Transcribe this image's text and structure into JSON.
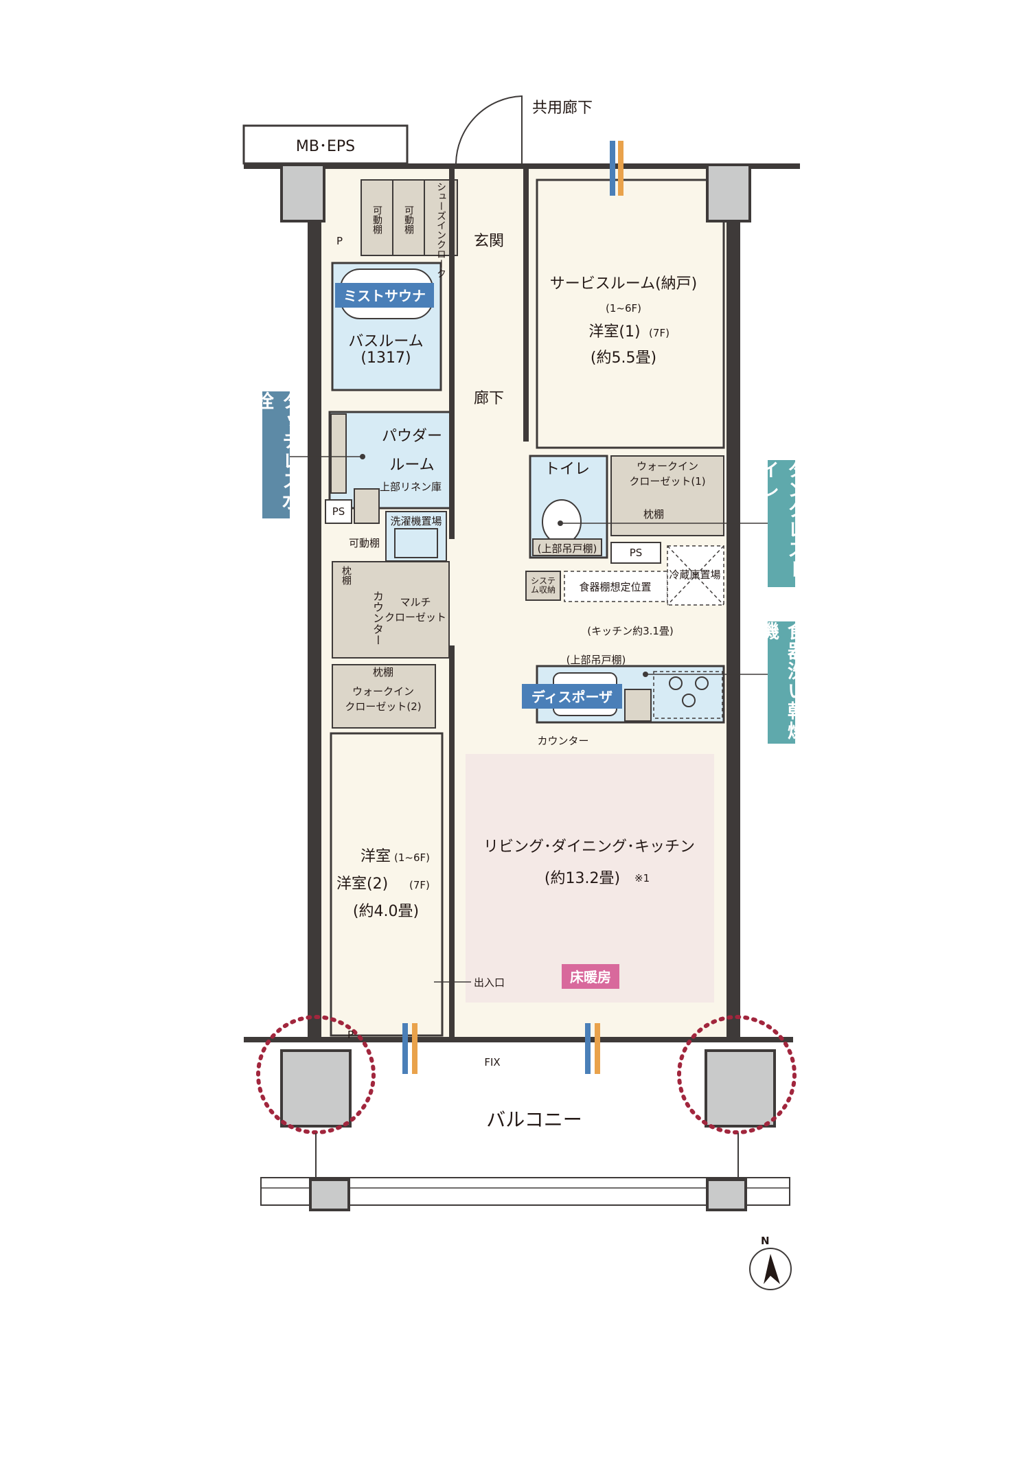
{
  "labels": {
    "corridor_shared": "共用廊下",
    "mb_eps": "MB･EPS",
    "genkan": "玄関",
    "shoes_in_cloak": "シューズインクローク",
    "kadou_dana": "可動棚",
    "p_mark": "P",
    "mist_sauna": "ミストサウナ",
    "bathroom": "バスルーム",
    "bath_size": "(1317)",
    "roka": "廊下",
    "service_room": "サービスルーム(納戸)",
    "service_floor": "(1~6F)",
    "western1": "洋室(1)",
    "western1_floor": "(7F)",
    "western1_size": "(約5.5畳)",
    "powder_room_1": "パウダー",
    "powder_room_2": "ルーム",
    "linen": "上部リネン庫",
    "washer": "洗濯機置場",
    "ps": "PS",
    "toilet": "トイレ",
    "walkin1_a": "ウォークイン",
    "walkin1_b": "クローゼット(1)",
    "makura_dana": "枕棚",
    "upper_cabinet_toilet": "(上部吊戸棚)",
    "system_storage": "システム収納",
    "dish_shelf": "食器棚想定位置",
    "fridge": "冷蔵庫置場",
    "kitchen_size": "(キッチン約3.1畳)",
    "counter_v": "カウンター",
    "multi_closet_a": "マルチ",
    "multi_closet_b": "クローゼット",
    "walkin2_a": "ウォークイン",
    "walkin2_b": "クローゼット(2)",
    "upper_cabinet_kitchen": "(上部吊戸棚)",
    "disposer": "ディスポーザ",
    "counter": "カウンター",
    "western2_line1": "洋室",
    "western2_floor1": "(1~6F)",
    "western2_line2": "洋室(2)",
    "western2_floor2": "(7F)",
    "western2_size": "(約4.0畳)",
    "ldk": "リビング･ダイニング･キッチン",
    "ldk_size": "(約13.2畳)",
    "ldk_note": "※1",
    "entrance_exit": "出入口",
    "floor_heating": "床暖房",
    "fix": "FIX",
    "balcony": "バルコニー",
    "north": "N"
  },
  "callouts": {
    "touchless_faucet": "タッチレス水栓",
    "tankless_toilet": "タンクレストイレ",
    "dishwasher": "食器洗い乾燥機"
  },
  "colors": {
    "wall": "#3e3a39",
    "pillar": "#c9caca",
    "floor_cream": "#faf6ea",
    "wet_blue": "#d7ebf5",
    "storage_taupe": "#dcd6c9",
    "ldk_pink": "#f4e9e6",
    "accent_blue": "#4a7fb8",
    "accent_pink": "#d8699c",
    "callout_blue": "#5d8aa6",
    "callout_teal": "#5fa9ac",
    "dot_red": "#a1263d"
  }
}
